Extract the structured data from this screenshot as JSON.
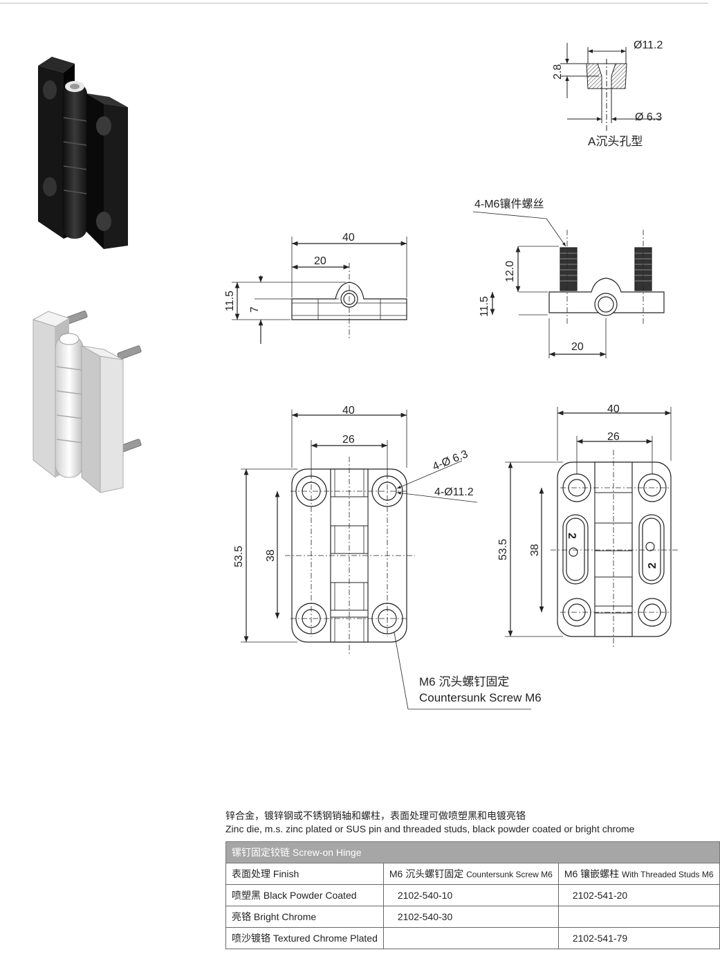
{
  "detail": {
    "outer_dia": "Ø11.2",
    "inner_dia": "Ø 6.3",
    "depth": "2.8",
    "caption": "A沉头孔型"
  },
  "side_view": {
    "width": "40",
    "half": "20",
    "height": "11.5",
    "pin": "7"
  },
  "stud_view": {
    "callout": "4-M6镶件螺丝",
    "stud_len": "12.0",
    "height": "11.5",
    "half": "20"
  },
  "front_left": {
    "width": "40",
    "hole_span": "26",
    "height": "53.5",
    "hole_pitch": "38",
    "small_hole": "4-Ø 6.3",
    "big_hole": "4-Ø11.2",
    "screw_label_cn": "M6 沉头螺钉固定",
    "screw_label_en": "Countersunk Screw M6"
  },
  "front_right": {
    "width": "40",
    "hole_span": "26",
    "height": "53.5",
    "hole_pitch": "38",
    "slot_mark": "2"
  },
  "description": {
    "cn": "锌合金，镀锌钢或不锈钢销轴和螺柱，表面处理可做喷塑黑和电镀亮铬",
    "en": "Zinc die, m.s. zinc plated or SUS pin and threaded studs, black powder coated or bright chrome"
  },
  "table": {
    "title": "镙钉固定铰链  Screw-on Hinge",
    "col_finish": "表面处理 Finish",
    "col_a_cn": "M6 沉头螺钉固定",
    "col_a_en": "Countersunk Screw M6",
    "col_b_cn": "M6 镶嵌螺柱",
    "col_b_en": "With Threaded Studs M6",
    "rows": [
      {
        "finish": "喷塑黑 Black Powder Coated",
        "a": "2102-540-10",
        "b": "2102-541-20"
      },
      {
        "finish": "亮铬 Bright Chrome",
        "a": "2102-540-30",
        "b": ""
      },
      {
        "finish": "喷沙镀铬 Textured Chrome Plated",
        "a": "",
        "b": "2102-541-79"
      }
    ]
  },
  "colors": {
    "header_bg": "#a6a6a6",
    "black_hinge": "#1c1c1c",
    "chrome_hinge": "#e6e6e6"
  }
}
